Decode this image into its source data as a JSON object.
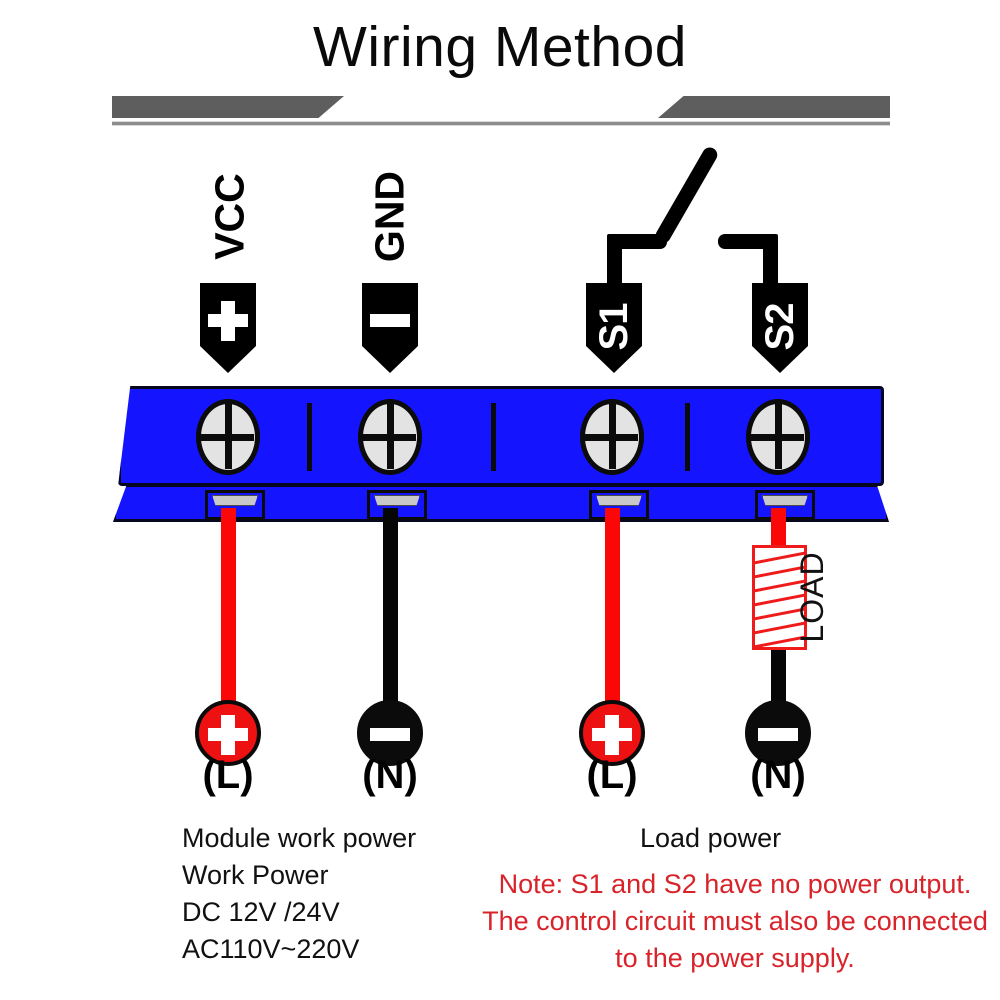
{
  "page": {
    "title": "Wiring Method",
    "background_color": "#ffffff"
  },
  "colors": {
    "terminal_block": "#1414ff",
    "wire_live": "#fa0808",
    "wire_neutral": "#060606",
    "note_text": "#d8232a",
    "divider": "#5e5e5e",
    "load_outline": "#ef1a1a",
    "screw_body": "#e3e3e3"
  },
  "terminals": [
    {
      "name": "VCC",
      "label": "VCC",
      "polarity_glyph": "plus",
      "pointer_text": "",
      "wire_color": "#fa0808"
    },
    {
      "name": "GND",
      "label": "GND",
      "polarity_glyph": "minus",
      "pointer_text": "",
      "wire_color": "#060606"
    },
    {
      "name": "S1",
      "label": "",
      "polarity_glyph": "none",
      "pointer_text": "S1",
      "wire_color": "#fa0808"
    },
    {
      "name": "S2",
      "label": "",
      "polarity_glyph": "none",
      "pointer_text": "S2",
      "wire_color": "#fa0808"
    }
  ],
  "bottom_connectors": [
    {
      "symbol": "plus",
      "label": "(L)",
      "color": "#ee1111"
    },
    {
      "symbol": "minus",
      "label": "(N)",
      "color": "#0b0b0b"
    },
    {
      "symbol": "plus",
      "label": "(L)",
      "color": "#ee1111"
    },
    {
      "symbol": "minus",
      "label": "(N)",
      "color": "#0b0b0b"
    }
  ],
  "load": {
    "label": "LOAD",
    "caption": "Load power"
  },
  "module_power": {
    "line1": "Module work power",
    "line2": "Work Power",
    "line3": "DC 12V /24V",
    "line4": "AC110V~220V"
  },
  "note": {
    "line1": "Note: S1 and S2 have no power output.",
    "line2": "The control circuit must also be connected",
    "line3": "to the power supply."
  }
}
